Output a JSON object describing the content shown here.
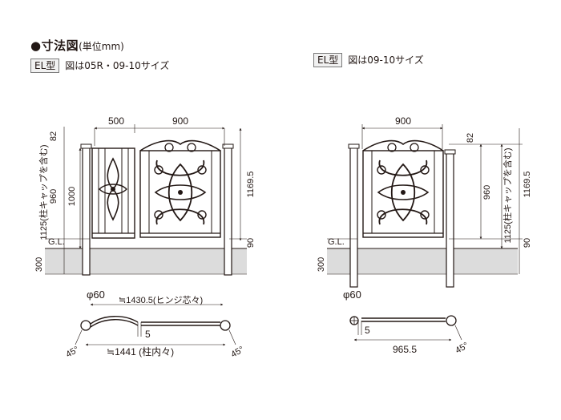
{
  "header": {
    "title": "●寸法図",
    "unit": "(単位mm)"
  },
  "left_view": {
    "tag": "EL型",
    "caption": "図は05R・09-10サイズ",
    "dims": {
      "width_small": "500",
      "width_large": "900",
      "top_offset": "82",
      "height_post": "1169.5",
      "height_side": "1125(柱キャップを含む)",
      "height_960": "960",
      "height_1000": "1000",
      "gl": "G.L.",
      "bottom_90": "90",
      "depth_300": "300",
      "post_dia": "φ60",
      "plan_hinge": "≒1430.5(ヒンジ芯々)",
      "plan_gap": "5",
      "plan_inner": "≒1441 (柱内々)",
      "angle_left": "45°",
      "angle_right": "45°"
    }
  },
  "right_view": {
    "tag": "EL型",
    "caption": "図は09-10サイズ",
    "dims": {
      "width": "900",
      "top_offset": "82",
      "height_960": "960",
      "height_side": "1125(柱キャップを含む)",
      "height_post": "1169.5",
      "gl": "G.L.",
      "bottom_90": "90",
      "depth_300": "300",
      "post_dia": "φ60",
      "plan_gap": "5",
      "plan_width": "965.5",
      "angle": "45°"
    }
  }
}
